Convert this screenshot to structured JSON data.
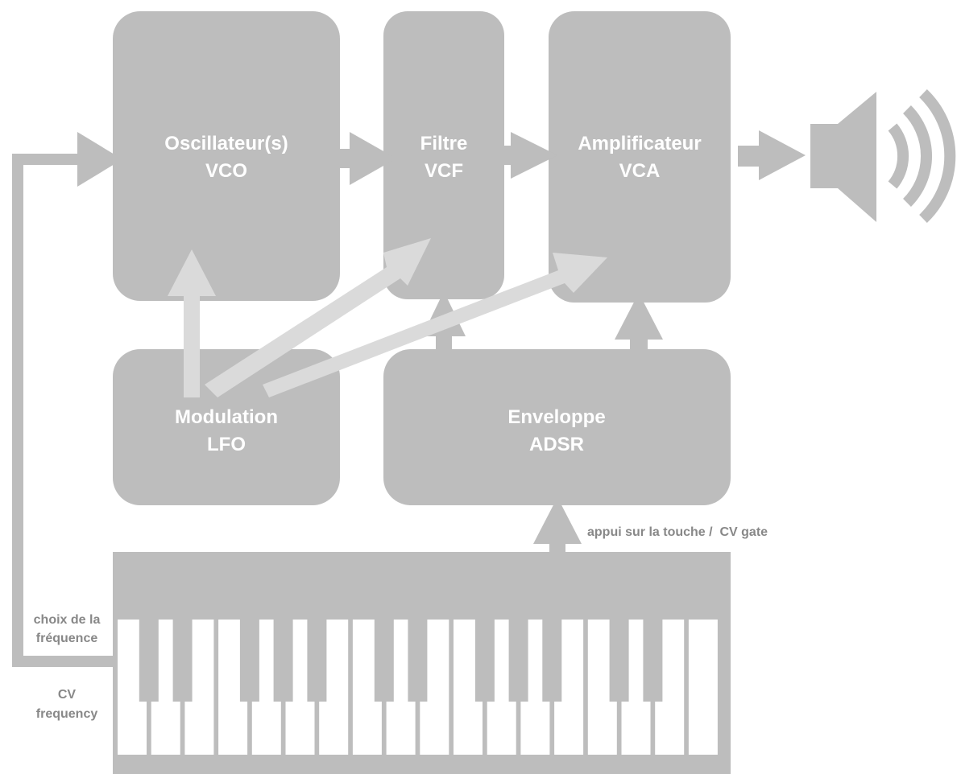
{
  "colors": {
    "block": "#bdbdbd",
    "arrow_signal": "#bdbdbd",
    "arrow_modulation": "#dadada",
    "block_text": "#ffffff",
    "note_text": "#888888",
    "white_key": "#ffffff",
    "black_key": "#bdbdbd"
  },
  "blocks": {
    "vco": {
      "line1": "Oscillateur(s)",
      "line2": "VCO"
    },
    "vcf": {
      "line1": "Filtre",
      "line2": "VCF"
    },
    "vca": {
      "line1": "Amplificateur",
      "line2": "VCA"
    },
    "lfo": {
      "line1": "Modulation",
      "line2": "LFO"
    },
    "adsr": {
      "line1": "Enveloppe",
      "line2": "ADSR"
    }
  },
  "notes": {
    "gate": "appui sur la touche /  CV gate",
    "freq_line1": "choix de la",
    "freq_line2": "fréquence",
    "cv_line1": "CV",
    "cv_line2": "frequency"
  },
  "icons": {
    "output": "speaker-icon",
    "input": "keyboard-icon"
  }
}
